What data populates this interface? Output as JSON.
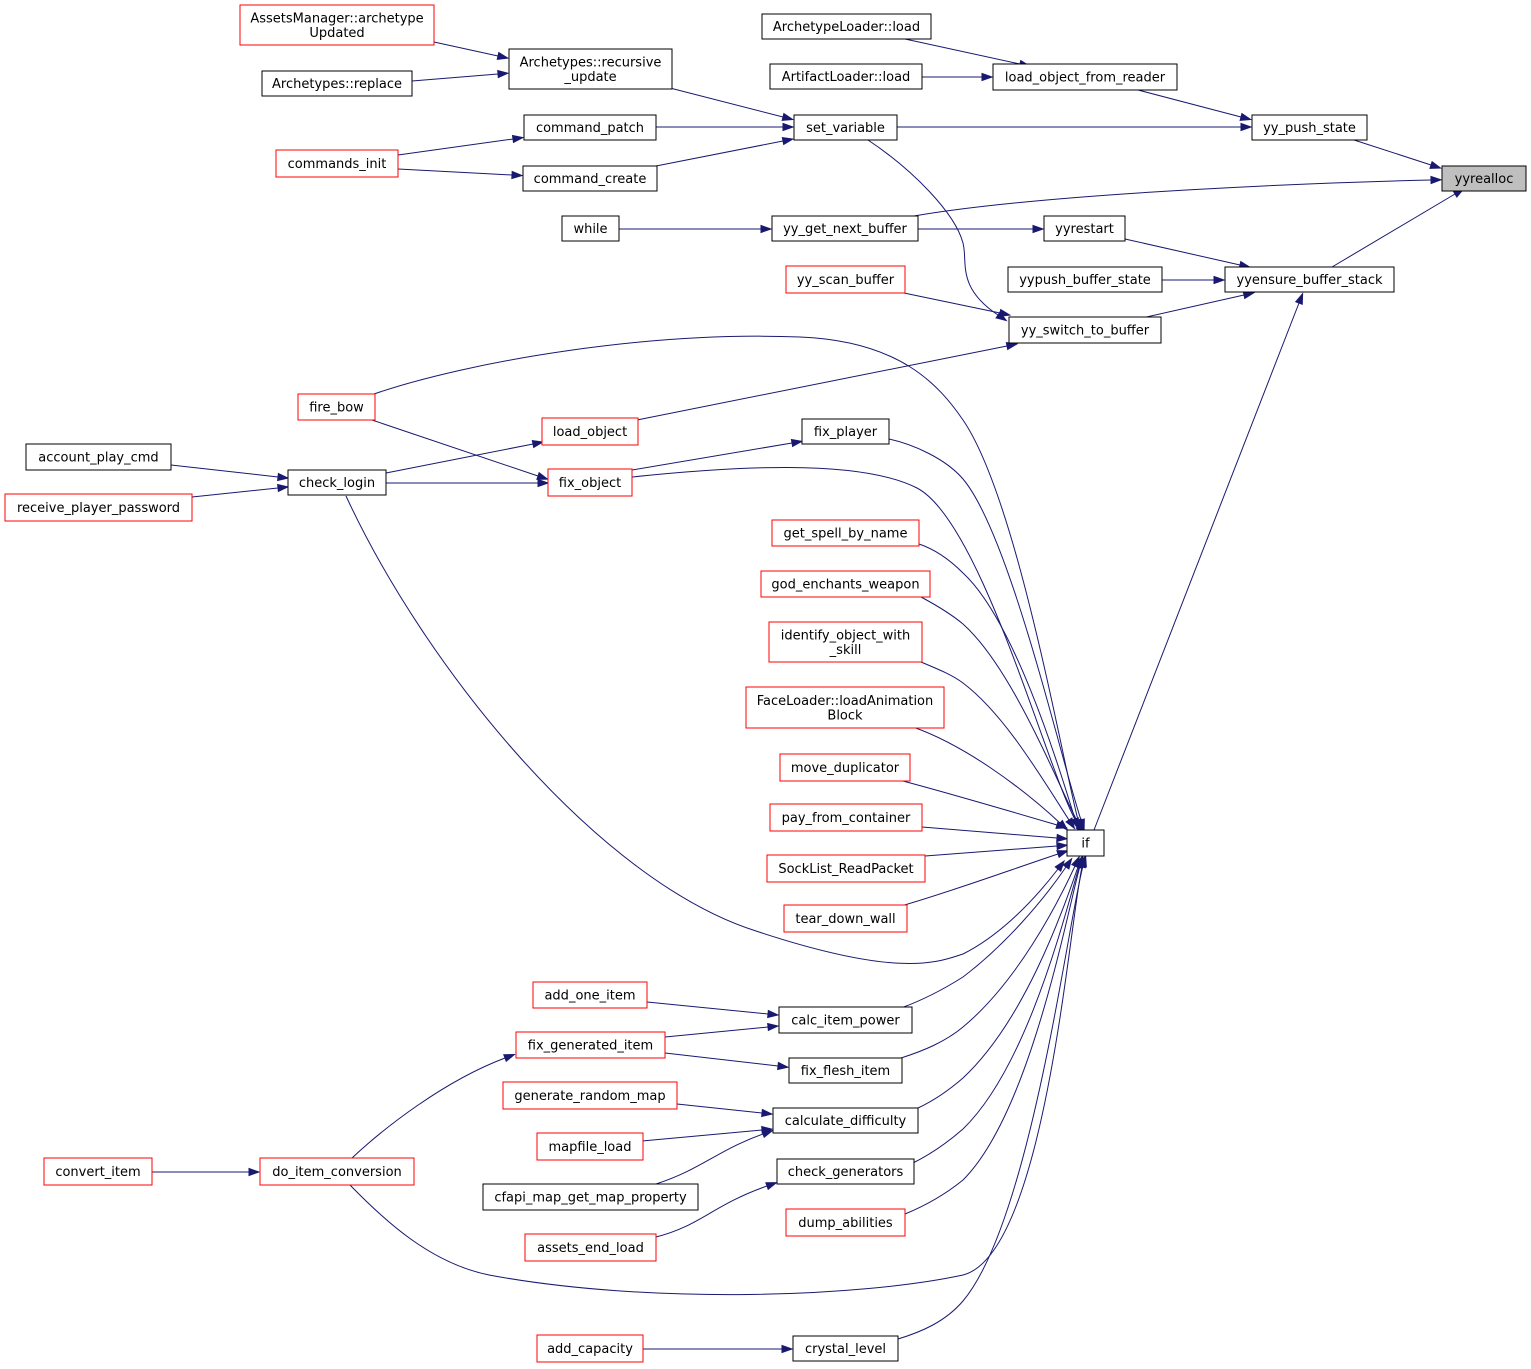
{
  "diagram": {
    "root": "yyrealloc",
    "nodes": [
      {
        "id": "yyrealloc",
        "lines": [
          "yyrealloc"
        ],
        "style": "root"
      },
      {
        "id": "yy_push_state",
        "lines": [
          "yy_push_state"
        ],
        "style": "normal"
      },
      {
        "id": "yyensure_buffer_stack",
        "lines": [
          "yyensure_buffer_stack"
        ],
        "style": "normal"
      },
      {
        "id": "load_object_from_reader",
        "lines": [
          "load_object_from_reader"
        ],
        "style": "normal"
      },
      {
        "id": "ArchetypeLoader_load",
        "lines": [
          "ArchetypeLoader::load"
        ],
        "style": "normal"
      },
      {
        "id": "ArtifactLoader_load",
        "lines": [
          "ArtifactLoader::load"
        ],
        "style": "normal"
      },
      {
        "id": "set_variable",
        "lines": [
          "set_variable"
        ],
        "style": "normal"
      },
      {
        "id": "Archetypes_recursive_update",
        "lines": [
          "Archetypes::recursive",
          "_update"
        ],
        "style": "normal"
      },
      {
        "id": "AssetsManager_archetypeUpdated",
        "lines": [
          "AssetsManager::archetype",
          "Updated"
        ],
        "style": "red"
      },
      {
        "id": "Archetypes_replace",
        "lines": [
          "Archetypes::replace"
        ],
        "style": "normal"
      },
      {
        "id": "command_patch",
        "lines": [
          "command_patch"
        ],
        "style": "normal"
      },
      {
        "id": "command_create",
        "lines": [
          "command_create"
        ],
        "style": "normal"
      },
      {
        "id": "commands_init",
        "lines": [
          "commands_init"
        ],
        "style": "red"
      },
      {
        "id": "yy_get_next_buffer",
        "lines": [
          "yy_get_next_buffer"
        ],
        "style": "normal"
      },
      {
        "id": "while",
        "lines": [
          "while"
        ],
        "style": "normal"
      },
      {
        "id": "yyrestart",
        "lines": [
          "yyrestart"
        ],
        "style": "normal"
      },
      {
        "id": "yypush_buffer_state",
        "lines": [
          "yypush_buffer_state"
        ],
        "style": "normal"
      },
      {
        "id": "yy_switch_to_buffer",
        "lines": [
          "yy_switch_to_buffer"
        ],
        "style": "normal"
      },
      {
        "id": "yy_scan_buffer",
        "lines": [
          "yy_scan_buffer"
        ],
        "style": "red"
      },
      {
        "id": "if",
        "lines": [
          "if"
        ],
        "style": "normal"
      },
      {
        "id": "fire_bow",
        "lines": [
          "fire_bow"
        ],
        "style": "red"
      },
      {
        "id": "load_object",
        "lines": [
          "load_object"
        ],
        "style": "red"
      },
      {
        "id": "fix_player",
        "lines": [
          "fix_player"
        ],
        "style": "normal"
      },
      {
        "id": "fix_object",
        "lines": [
          "fix_object"
        ],
        "style": "red"
      },
      {
        "id": "check_login",
        "lines": [
          "check_login"
        ],
        "style": "normal"
      },
      {
        "id": "account_play_cmd",
        "lines": [
          "account_play_cmd"
        ],
        "style": "normal"
      },
      {
        "id": "receive_player_password",
        "lines": [
          "receive_player_password"
        ],
        "style": "red"
      },
      {
        "id": "get_spell_by_name",
        "lines": [
          "get_spell_by_name"
        ],
        "style": "red"
      },
      {
        "id": "god_enchants_weapon",
        "lines": [
          "god_enchants_weapon"
        ],
        "style": "red"
      },
      {
        "id": "identify_object_with_skill",
        "lines": [
          "identify_object_with",
          "_skill"
        ],
        "style": "red"
      },
      {
        "id": "FaceLoader_loadAnimationBlock",
        "lines": [
          "FaceLoader::loadAnimation",
          "Block"
        ],
        "style": "red"
      },
      {
        "id": "move_duplicator",
        "lines": [
          "move_duplicator"
        ],
        "style": "red"
      },
      {
        "id": "pay_from_container",
        "lines": [
          "pay_from_container"
        ],
        "style": "red"
      },
      {
        "id": "SockList_ReadPacket",
        "lines": [
          "SockList_ReadPacket"
        ],
        "style": "red"
      },
      {
        "id": "tear_down_wall",
        "lines": [
          "tear_down_wall"
        ],
        "style": "red"
      },
      {
        "id": "add_one_item",
        "lines": [
          "add_one_item"
        ],
        "style": "red"
      },
      {
        "id": "calc_item_power",
        "lines": [
          "calc_item_power"
        ],
        "style": "normal"
      },
      {
        "id": "fix_generated_item",
        "lines": [
          "fix_generated_item"
        ],
        "style": "red"
      },
      {
        "id": "fix_flesh_item",
        "lines": [
          "fix_flesh_item"
        ],
        "style": "normal"
      },
      {
        "id": "generate_random_map",
        "lines": [
          "generate_random_map"
        ],
        "style": "red"
      },
      {
        "id": "calculate_difficulty",
        "lines": [
          "calculate_difficulty"
        ],
        "style": "normal"
      },
      {
        "id": "mapfile_load",
        "lines": [
          "mapfile_load"
        ],
        "style": "red"
      },
      {
        "id": "cfapi_map_get_map_property",
        "lines": [
          "cfapi_map_get_map_property"
        ],
        "style": "normal"
      },
      {
        "id": "check_generators",
        "lines": [
          "check_generators"
        ],
        "style": "normal"
      },
      {
        "id": "assets_end_load",
        "lines": [
          "assets_end_load"
        ],
        "style": "red"
      },
      {
        "id": "dump_abilities",
        "lines": [
          "dump_abilities"
        ],
        "style": "red"
      },
      {
        "id": "do_item_conversion",
        "lines": [
          "do_item_conversion"
        ],
        "style": "red"
      },
      {
        "id": "convert_item",
        "lines": [
          "convert_item"
        ],
        "style": "red"
      },
      {
        "id": "crystal_level",
        "lines": [
          "crystal_level"
        ],
        "style": "normal"
      },
      {
        "id": "add_capacity",
        "lines": [
          "add_capacity"
        ],
        "style": "red"
      }
    ],
    "edges": [
      {
        "from": "yy_push_state",
        "to": "yyrealloc"
      },
      {
        "from": "yy_get_next_buffer",
        "to": "yyrealloc"
      },
      {
        "from": "yyensure_buffer_stack",
        "to": "yyrealloc"
      },
      {
        "from": "load_object_from_reader",
        "to": "yy_push_state"
      },
      {
        "from": "set_variable",
        "to": "yy_push_state"
      },
      {
        "from": "ArchetypeLoader_load",
        "to": "load_object_from_reader"
      },
      {
        "from": "ArtifactLoader_load",
        "to": "load_object_from_reader"
      },
      {
        "from": "Archetypes_recursive_update",
        "to": "set_variable"
      },
      {
        "from": "command_patch",
        "to": "set_variable"
      },
      {
        "from": "command_create",
        "to": "set_variable"
      },
      {
        "from": "AssetsManager_archetypeUpdated",
        "to": "Archetypes_recursive_update"
      },
      {
        "from": "Archetypes_replace",
        "to": "Archetypes_recursive_update"
      },
      {
        "from": "commands_init",
        "to": "command_patch"
      },
      {
        "from": "commands_init",
        "to": "command_create"
      },
      {
        "from": "set_variable",
        "to": "yy_switch_to_buffer"
      },
      {
        "from": "while",
        "to": "yy_get_next_buffer"
      },
      {
        "from": "yy_get_next_buffer",
        "to": "yyrestart"
      },
      {
        "from": "yyrestart",
        "to": "yyensure_buffer_stack"
      },
      {
        "from": "yypush_buffer_state",
        "to": "yyensure_buffer_stack"
      },
      {
        "from": "yy_switch_to_buffer",
        "to": "yyensure_buffer_stack"
      },
      {
        "from": "if",
        "to": "yyensure_buffer_stack"
      },
      {
        "from": "yy_scan_buffer",
        "to": "yy_switch_to_buffer"
      },
      {
        "from": "load_object",
        "to": "yy_switch_to_buffer"
      },
      {
        "from": "fire_bow",
        "to": "if"
      },
      {
        "from": "fire_bow",
        "to": "fix_object"
      },
      {
        "from": "check_login",
        "to": "load_object"
      },
      {
        "from": "check_login",
        "to": "fix_object"
      },
      {
        "from": "check_login",
        "to": "if"
      },
      {
        "from": "fix_object",
        "to": "fix_player"
      },
      {
        "from": "fix_object",
        "to": "if"
      },
      {
        "from": "fix_player",
        "to": "if"
      },
      {
        "from": "account_play_cmd",
        "to": "check_login"
      },
      {
        "from": "receive_player_password",
        "to": "check_login"
      },
      {
        "from": "get_spell_by_name",
        "to": "if"
      },
      {
        "from": "god_enchants_weapon",
        "to": "if"
      },
      {
        "from": "identify_object_with_skill",
        "to": "if"
      },
      {
        "from": "FaceLoader_loadAnimationBlock",
        "to": "if"
      },
      {
        "from": "move_duplicator",
        "to": "if"
      },
      {
        "from": "pay_from_container",
        "to": "if"
      },
      {
        "from": "SockList_ReadPacket",
        "to": "if"
      },
      {
        "from": "tear_down_wall",
        "to": "if"
      },
      {
        "from": "calc_item_power",
        "to": "if"
      },
      {
        "from": "fix_flesh_item",
        "to": "if"
      },
      {
        "from": "calculate_difficulty",
        "to": "if"
      },
      {
        "from": "check_generators",
        "to": "if"
      },
      {
        "from": "dump_abilities",
        "to": "if"
      },
      {
        "from": "do_item_conversion",
        "to": "if"
      },
      {
        "from": "crystal_level",
        "to": "if"
      },
      {
        "from": "add_one_item",
        "to": "calc_item_power"
      },
      {
        "from": "fix_generated_item",
        "to": "calc_item_power"
      },
      {
        "from": "fix_generated_item",
        "to": "fix_flesh_item"
      },
      {
        "from": "generate_random_map",
        "to": "calculate_difficulty"
      },
      {
        "from": "mapfile_load",
        "to": "calculate_difficulty"
      },
      {
        "from": "cfapi_map_get_map_property",
        "to": "calculate_difficulty"
      },
      {
        "from": "assets_end_load",
        "to": "check_generators"
      },
      {
        "from": "do_item_conversion",
        "to": "fix_generated_item"
      },
      {
        "from": "convert_item",
        "to": "do_item_conversion"
      },
      {
        "from": "add_capacity",
        "to": "crystal_level"
      }
    ]
  }
}
